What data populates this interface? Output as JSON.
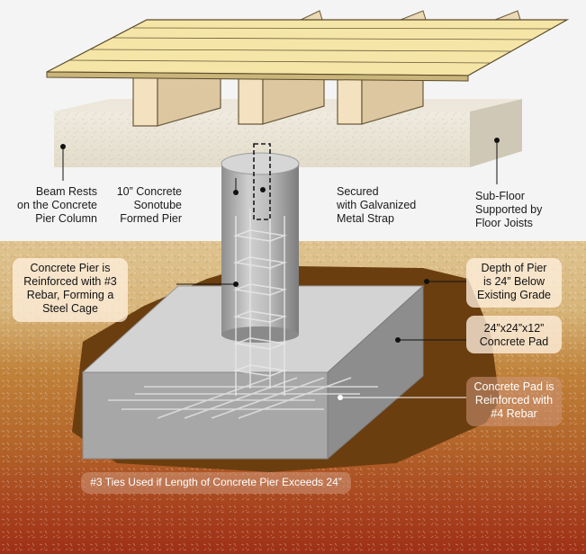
{
  "colors": {
    "sky": "#f4f4f4",
    "soil_top": "#dcc08a",
    "soil_mid": "#b66a25",
    "soil_bottom": "#a33318",
    "concrete": "#b9b9b9",
    "deck": "#f5e6a7",
    "joist": "#f3e1bf",
    "label_box": "#fff0de"
  },
  "labels": {
    "beam_rests": "Beam Rests\non the Concrete\nPier Column",
    "sonotube": "10” Concrete\nSonotube\nFormed Pier",
    "strap": "Secured\nwith Galvanized\nMetal Strap",
    "subfloor": "Sub-Floor\nSupported by\nFloor Joists",
    "pier_reinforced": "Concrete Pier is\nReinforced with #3\nRebar, Forming a\nSteel Cage",
    "depth": "Depth of Pier\nis 24” Below\nExisting Grade",
    "pad_size": "24”x24”x12”\nConcrete Pad",
    "pad_reinforced": "Concrete Pad is\nReinforced with\n#4 Rebar",
    "ties_note": "#3 Ties Used if Length of Concrete Pier Exceeds 24”"
  }
}
